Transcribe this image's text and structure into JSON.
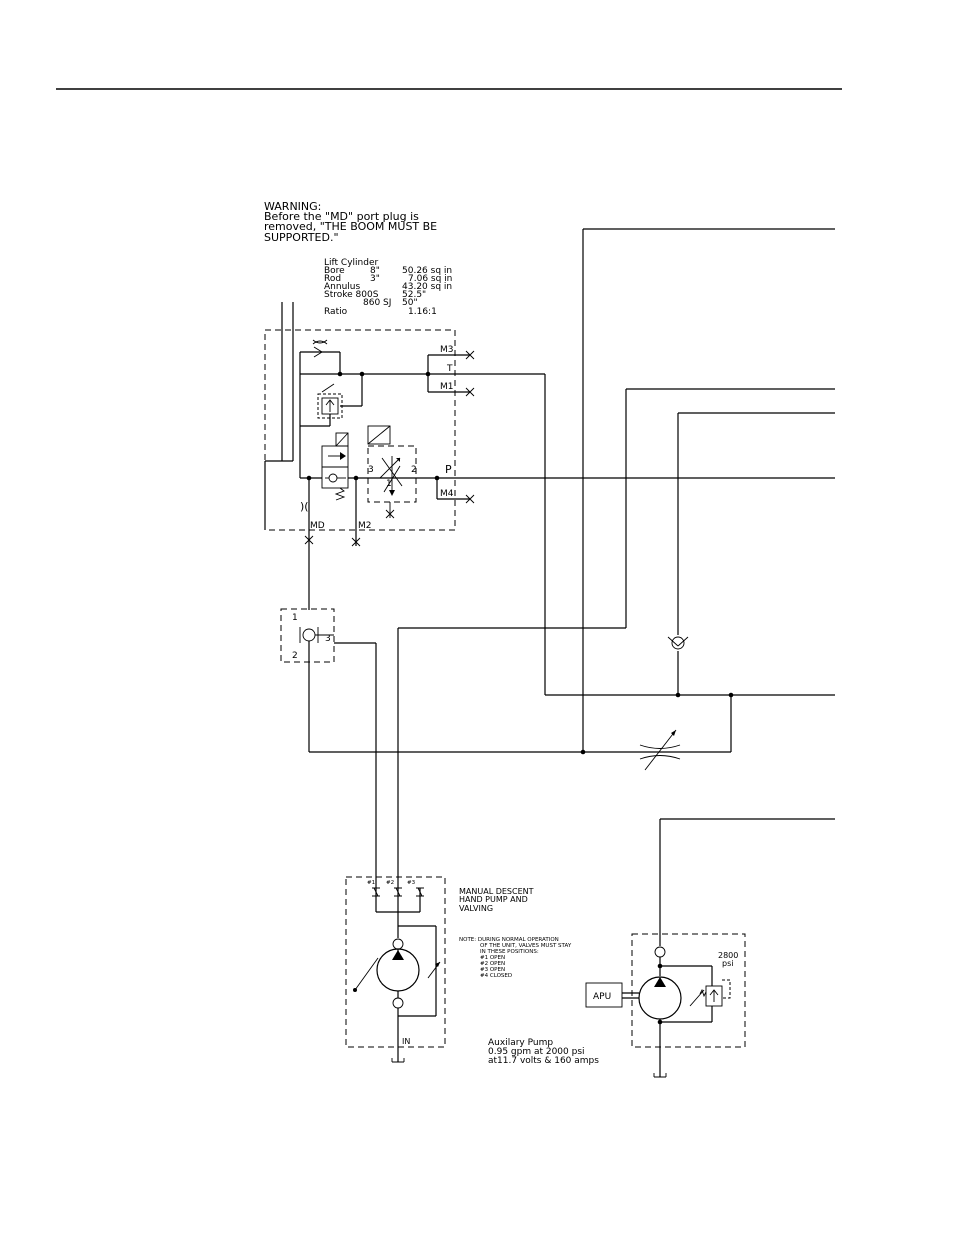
{
  "warning": {
    "lines": [
      "WARNING:",
      "Before the \"MD\" port plug is",
      "removed, \"THE BOOM MUST BE",
      "SUPPORTED.\""
    ]
  },
  "lift_cylinder": {
    "title": "Lift Cylinder",
    "rows": [
      {
        "label": "Bore",
        "size": "8\"",
        "value": "50.26 sq in"
      },
      {
        "label": "Rod",
        "size": "3\"",
        "value": "7.06 sq in"
      },
      {
        "label": "Annulus",
        "size": "",
        "value": "43.20 sq in"
      },
      {
        "label": "Stroke 800S",
        "size": "",
        "value": "52.5\""
      },
      {
        "label": "860 SJ",
        "size": "",
        "value": "50\""
      },
      {
        "label": "Ratio",
        "size": "",
        "value": "1.16:1"
      }
    ]
  },
  "ports": {
    "m3": "M3",
    "t": "T",
    "m1": "M1",
    "p": "P",
    "m4": "M4",
    "md": "MD",
    "m2": "M2",
    "valve_3": "3",
    "valve_2": "2",
    "valve_1": "1",
    "orifice": ")(",
    "shuttle_1": "1",
    "shuttle_2": "2",
    "shuttle_3": "3"
  },
  "manual_descent": {
    "title_lines": [
      "MANUAL DESCENT",
      "HAND PUMP AND",
      "VALVING"
    ],
    "valve_labels": [
      "#1",
      "#2",
      "#3"
    ],
    "in_label": "IN",
    "note_lines": [
      "NOTE: DURING NORMAL OPERATION",
      "OF THE UNIT, VALVES MUST STAY",
      "IN THESE POSITIONS:",
      "#1 OPEN",
      "#2 OPEN",
      "#3 OPEN",
      "#4 CLOSED"
    ]
  },
  "auxiliary_pump": {
    "apu_label": "APU",
    "relief_value": "2800",
    "relief_unit": "psi",
    "caption_lines": [
      "Auxilary Pump",
      "0.95 gpm at 2000 psi",
      "at11.7 volts & 160 amps"
    ]
  }
}
